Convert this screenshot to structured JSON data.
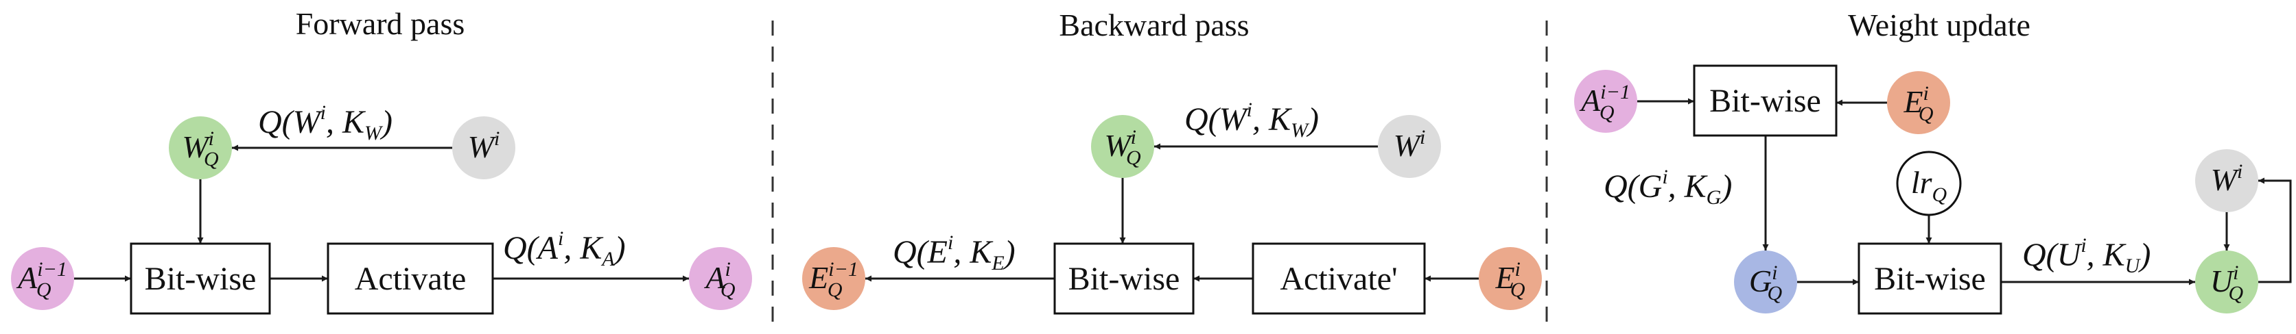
{
  "colors": {
    "pink": "#e4b0df",
    "green": "#b3dca2",
    "gray": "#dcdcdc",
    "orange": "#eba98c",
    "blue": "#a8b7e4",
    "white": "#ffffff"
  },
  "panels": [
    {
      "title": "Forward pass",
      "boxes": [
        {
          "id": "fw_bit",
          "label": "Bit-wise"
        },
        {
          "id": "fw_act",
          "label": "Activate"
        }
      ],
      "nodes": [
        {
          "id": "fw_AQim1",
          "base": "A",
          "sub": "Q",
          "sup": "i−1",
          "color": "pink"
        },
        {
          "id": "fw_WQi",
          "base": "W",
          "sub": "Q",
          "sup": "i",
          "color": "green"
        },
        {
          "id": "fw_Wi",
          "base": "W",
          "sub": "",
          "sup": "i",
          "color": "gray"
        },
        {
          "id": "fw_AQi",
          "base": "A",
          "sub": "Q",
          "sup": "i",
          "color": "pink"
        }
      ],
      "edge_labels": [
        {
          "id": "fw_qw",
          "q": "Q(W",
          "sup": "i",
          "mid": ", K",
          "sub": "W",
          "end": ")"
        },
        {
          "id": "fw_qa",
          "q": "Q(A",
          "sup": "i",
          "mid": ", K",
          "sub": "A",
          "end": ")"
        }
      ]
    },
    {
      "title": "Backward pass",
      "boxes": [
        {
          "id": "bw_bit",
          "label": "Bit-wise"
        },
        {
          "id": "bw_act",
          "label": "Activate'"
        }
      ],
      "nodes": [
        {
          "id": "bw_EQim1",
          "base": "E",
          "sub": "Q",
          "sup": "i−1",
          "color": "orange"
        },
        {
          "id": "bw_WQi",
          "base": "W",
          "sub": "Q",
          "sup": "i",
          "color": "green"
        },
        {
          "id": "bw_Wi",
          "base": "W",
          "sub": "",
          "sup": "i",
          "color": "gray"
        },
        {
          "id": "bw_EQi",
          "base": "E",
          "sub": "Q",
          "sup": "i",
          "color": "orange"
        }
      ],
      "edge_labels": [
        {
          "id": "bw_qw",
          "q": "Q(W",
          "sup": "i",
          "mid": ", K",
          "sub": "W",
          "end": ")"
        },
        {
          "id": "bw_qe",
          "q": "Q(E",
          "sup": "i",
          "mid": ", K",
          "sub": "E",
          "end": ")"
        }
      ]
    },
    {
      "title": "Weight update",
      "boxes": [
        {
          "id": "wu_bit1",
          "label": "Bit-wise"
        },
        {
          "id": "wu_bit2",
          "label": "Bit-wise"
        }
      ],
      "nodes": [
        {
          "id": "wu_AQim1",
          "base": "A",
          "sub": "Q",
          "sup": "i−1",
          "color": "pink"
        },
        {
          "id": "wu_EQi",
          "base": "E",
          "sub": "Q",
          "sup": "i",
          "color": "orange"
        },
        {
          "id": "wu_lrQ",
          "base": "lr",
          "sub": "Q",
          "sup": "",
          "color": "white"
        },
        {
          "id": "wu_GQi",
          "base": "G",
          "sub": "Q",
          "sup": "i",
          "color": "blue"
        },
        {
          "id": "wu_Wi",
          "base": "W",
          "sub": "",
          "sup": "i",
          "color": "gray"
        },
        {
          "id": "wu_UQi",
          "base": "U",
          "sub": "Q",
          "sup": "i",
          "color": "green"
        }
      ],
      "edge_labels": [
        {
          "id": "wu_qg",
          "q": "Q(G",
          "sup": "i",
          "mid": ", K",
          "sub": "G",
          "end": ")"
        },
        {
          "id": "wu_qu",
          "q": "Q(U",
          "sup": "i",
          "mid": ", K",
          "sub": "U",
          "end": ")"
        }
      ]
    }
  ]
}
